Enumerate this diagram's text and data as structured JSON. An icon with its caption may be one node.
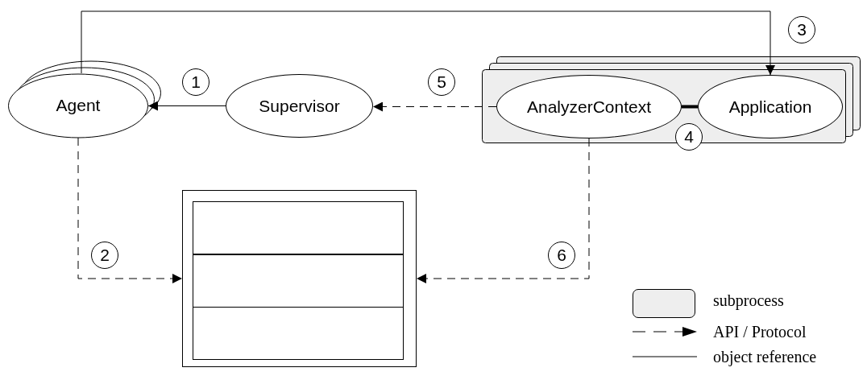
{
  "diagram": {
    "nodes": [
      {
        "text": [
          "Agent"
        ]
      },
      {
        "text": [
          "Supervisor"
        ]
      },
      {
        "text": [],
        "shape": "box"
      },
      {
        "text": [
          "AnalyzerContext"
        ],
        "in": 2
      },
      {
        "text": [
          "Application"
        ],
        "in": 2
      },
      {
        "text": [],
        "shape": "box"
      },
      {
        "text": [],
        "shape": "box",
        "in": 5
      },
      {
        "text": [],
        "shape": "box",
        "in": 5
      },
      {
        "text": [],
        "shape": "box",
        "in": 5
      }
    ],
    "edges": [
      {
        "from": 1,
        "to": 0,
        "arrow": "to",
        "label": "1"
      },
      {
        "from": 0,
        "to": 5,
        "arrow": "to",
        "label": "2",
        "style": "dashed"
      },
      {
        "from": 0,
        "to": 4,
        "arrow": "to",
        "label": "3"
      },
      {
        "from": 3,
        "to": 4,
        "arrow": "none",
        "label": "4",
        "style": "thick"
      },
      {
        "from": 3,
        "to": 1,
        "arrow": "to",
        "label": "5",
        "style": "dashed"
      },
      {
        "from": 3,
        "to": 5,
        "arrow": "to",
        "label": "6",
        "style": "dashed"
      }
    ],
    "legend": [
      {
        "text": "subprocess",
        "color": "#eeeeee"
      },
      {
        "text": "API / Protocol"
      },
      {
        "text": "object reference"
      }
    ]
  }
}
